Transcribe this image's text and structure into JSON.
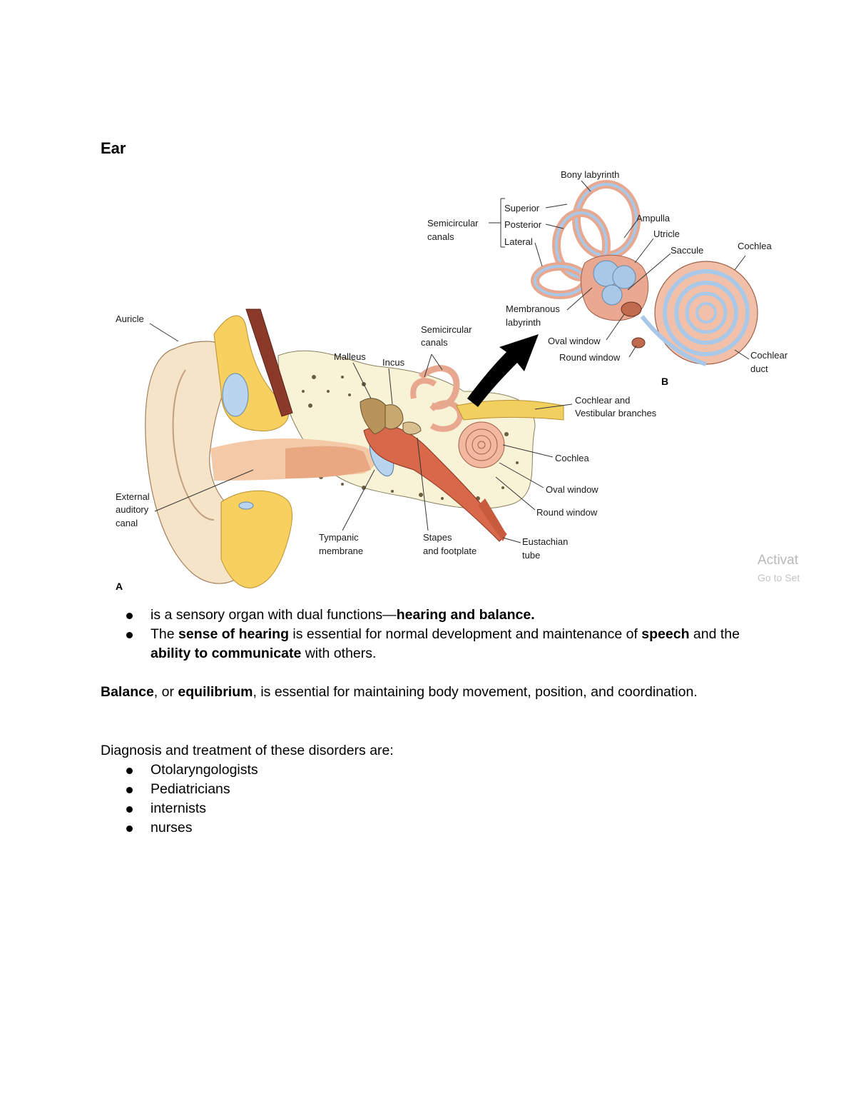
{
  "title": "Ear",
  "figure": {
    "panel_a_letter": "A",
    "panel_b_letter": "B",
    "labels_a": {
      "auricle": "Auricle",
      "malleus": "Malleus",
      "incus": "Incus",
      "semicircular_1": "Semicircular",
      "semicircular_2": "canals",
      "cochlear_branches_1": "Cochlear and",
      "cochlear_branches_2": "Vestibular branches",
      "cochlea": "Cochlea",
      "oval_window": "Oval window",
      "round_window": "Round window",
      "external_1": "External",
      "external_2": "auditory",
      "external_3": "canal",
      "tympanic_1": "Tympanic",
      "tympanic_2": "membrane",
      "stapes_1": "Stapes",
      "stapes_2": "and footplate",
      "eustachian_1": "Eustachian",
      "eustachian_2": "tube"
    },
    "labels_b": {
      "bony_labyrinth": "Bony labyrinth",
      "superior": "Superior",
      "posterior": "Posterior",
      "lateral": "Lateral",
      "semicircular_1": "Semicircular",
      "semicircular_2": "canals",
      "ampulla": "Ampulla",
      "utricle": "Utricle",
      "saccule": "Saccule",
      "cochlea": "Cochlea",
      "membranous_1": "Membranous",
      "membranous_2": "labyrinth",
      "oval_window": "Oval window",
      "round_window": "Round window",
      "cochlear_duct_1": "Cochlear",
      "cochlear_duct_2": "duct"
    },
    "watermark_line1": "Activat",
    "watermark_line2": "Go to Set"
  },
  "bullets_1": [
    {
      "plain_1": "is a sensory organ with dual functions—",
      "bold_1": "hearing and balance."
    },
    {
      "plain_1": "The ",
      "bold_1": "sense of hearing",
      "plain_2": " is essential for normal development and maintenance of ",
      "bold_2": "speech",
      "plain_3": " and the ",
      "bold_3": "ability to communicate",
      "plain_4": " with others."
    }
  ],
  "balance_paragraph": {
    "bold_1": "Balance",
    "plain_1": ", or ",
    "bold_2": "equilibrium",
    "plain_2": ", is essential for maintaining body movement, position, and coordination."
  },
  "diagnosis_intro": "Diagnosis and treatment of these disorders are:",
  "specialists": [
    "Otolaryngologists",
    "Pediatricians",
    "internists",
    "nurses"
  ]
}
